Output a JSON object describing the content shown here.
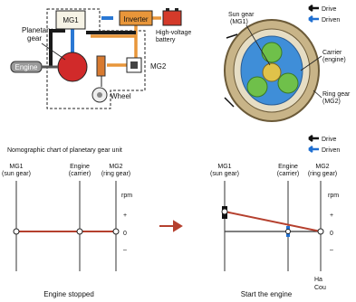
{
  "powertrain": {
    "planetary_gear_label_1": "Planetary",
    "planetary_gear_label_2": "gear",
    "mg1": "MG1",
    "inverter": "Inverter",
    "battery_label_1": "High-voltage",
    "battery_label_2": "battery",
    "engine": "Engine",
    "mg2": "MG2",
    "wheel": "Wheel"
  },
  "gearset": {
    "sun_gear_1": "Sun gear",
    "sun_gear_2": "(MG1)",
    "carrier_1": "Carrier",
    "carrier_2": "(engine)",
    "ring_gear_1": "Ring gear",
    "ring_gear_2": "(MG2)"
  },
  "legend": {
    "drive": "Drive",
    "driven": "Driven",
    "drive_color": "#111111",
    "driven_color": "#1f6fd1"
  },
  "nomograph": {
    "title": "Nomographic chart of planetary gear unit",
    "axis_mg1_1": "MG1",
    "axis_mg1_2": "(sun gear)",
    "axis_engine_1": "Engine",
    "axis_engine_2": "(carrier)",
    "axis_mg2_1": "MG2",
    "axis_mg2_2": "(ring gear)",
    "rpm": "rpm",
    "plus": "+",
    "zero": "0",
    "minus": "–",
    "caption_left": "Engine stopped",
    "caption_right": "Start the engine",
    "stopped_color": "#b5402e",
    "arrow_color": "#b5402e"
  },
  "nomograph_right": {
    "axis_mg1_1": "MG1",
    "axis_mg1_2": "(sun gear)",
    "axis_engine_1": "Engine",
    "axis_engine_2": "(carrier)",
    "axis_mg2_1": "MG2",
    "axis_mg2_2": "(ring gear)",
    "rpm": "rpm",
    "plus": "+",
    "zero": "0",
    "minus": "–"
  },
  "legend2": {
    "drive": "Drive",
    "driven": "Driven"
  },
  "overlay_text_1": "Ha",
  "overlay_text_2": "Cou"
}
